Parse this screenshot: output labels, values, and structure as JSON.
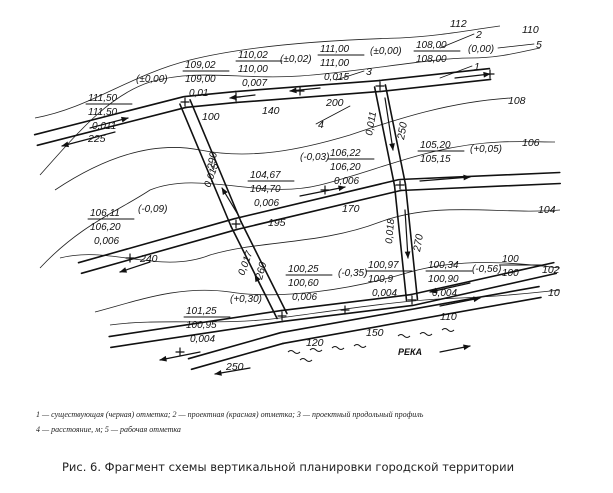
{
  "figure": {
    "legend_line_1": "1 — существующая (черная) отметка; 2 — проектная (красная) отметка; 3 — проектный продольный профиль",
    "legend_line_2": "4 — расстояние, м; 5 — рабочая отметка",
    "caption": "Рис. 6. Фрагмент схемы вертикальной планировки городской территории"
  },
  "river_label": "РЕКА",
  "marks": [
    {
      "id": "mark-a",
      "existing": "111,50",
      "design": "111,50",
      "work": "(±0,00)",
      "slope": "0,011"
    },
    {
      "id": "mark-b",
      "existing": "109,02",
      "design": "109,00",
      "work": "",
      "slope": "0,01"
    },
    {
      "id": "mark-c",
      "existing": "110,02",
      "design": "110,00",
      "work": "(±0,02)",
      "slope": "0,007"
    },
    {
      "id": "mark-d",
      "existing": "111,00",
      "design": "111,00",
      "work": "(±0,00)",
      "slope": "0,015"
    },
    {
      "id": "mark-e",
      "existing": "108,00",
      "design": "108,00",
      "work": "(0,00)",
      "slope": ""
    },
    {
      "id": "mark-f",
      "existing": "104,67",
      "design": "104,70",
      "work": "(-0,03)",
      "slope": "0,006"
    },
    {
      "id": "mark-g",
      "existing": "106,22",
      "design": "106,20",
      "work": "",
      "slope": "0,006"
    },
    {
      "id": "mark-h",
      "existing": "105,20",
      "design": "105,15",
      "work": "(+0,05)",
      "slope": ""
    },
    {
      "id": "mark-i",
      "existing": "106,11",
      "design": "106,20",
      "work": "(-0,09)",
      "slope": "0,006"
    },
    {
      "id": "mark-j",
      "existing": "100,25",
      "design": "100,60",
      "work": "(-0,35)",
      "slope": "0,006"
    },
    {
      "id": "mark-k",
      "existing": "100,97",
      "design": "100,9",
      "work": "",
      "slope": "0,004"
    },
    {
      "id": "mark-l",
      "existing": "100,34",
      "design": "100,90",
      "work": "(-0,56)",
      "slope": "0,004"
    },
    {
      "id": "mark-m",
      "existing": "100",
      "design": "100",
      "work": "",
      "slope": ""
    },
    {
      "id": "mark-n",
      "existing": "101,25",
      "design": "100,95",
      "work": "(+0,30)",
      "slope": "0,004"
    }
  ],
  "standalone_slopes": [
    "0,015",
    "0,011",
    "0,018",
    "0,017"
  ],
  "distances": [
    "225",
    "100",
    "140",
    "200",
    "250",
    "290",
    "195",
    "170",
    "240",
    "270",
    "260",
    "120",
    "150",
    "110",
    "250"
  ],
  "contours": [
    "112",
    "110",
    "108",
    "106",
    "104",
    "102",
    "10"
  ],
  "callouts": [
    "1",
    "2",
    "3",
    "4",
    "5"
  ]
}
